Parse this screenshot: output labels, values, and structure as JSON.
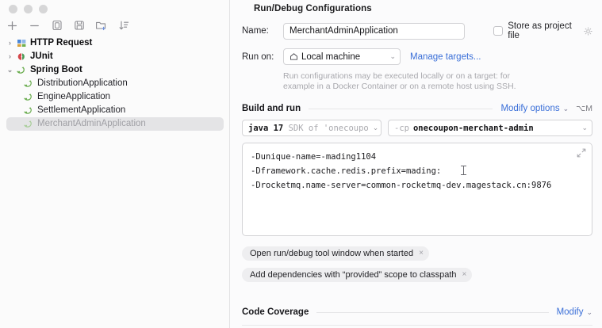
{
  "window": {
    "traffic_lights": [
      "close",
      "minimize",
      "maximize"
    ]
  },
  "toolbar": {
    "buttons": [
      {
        "name": "add-configuration-button",
        "icon": "plus-icon",
        "glyph": "+"
      },
      {
        "name": "remove-configuration-button",
        "icon": "minus-icon",
        "glyph": "−"
      },
      {
        "name": "copy-configuration-button",
        "icon": "copy-icon",
        "glyph": "copy"
      },
      {
        "name": "save-configuration-button",
        "icon": "save-icon",
        "glyph": "save"
      },
      {
        "name": "new-folder-button",
        "icon": "new-folder-icon",
        "glyph": "folder-plus"
      },
      {
        "name": "sort-configurations-button",
        "icon": "sort-icon",
        "glyph": "sort"
      }
    ]
  },
  "tree": {
    "groups": [
      {
        "label": "HTTP Request",
        "icon": "http-request-icon",
        "expanded": false,
        "twisty": "›"
      },
      {
        "label": "JUnit",
        "icon": "junit-icon",
        "expanded": false,
        "twisty": "›"
      },
      {
        "label": "Spring Boot",
        "icon": "spring-boot-icon",
        "expanded": true,
        "twisty": "⌄"
      }
    ],
    "children": [
      {
        "label": "DistributionApplication",
        "icon": "spring-boot-icon",
        "selected": false
      },
      {
        "label": "EngineApplication",
        "icon": "spring-boot-icon",
        "selected": false
      },
      {
        "label": "SettlementApplication",
        "icon": "spring-boot-icon",
        "selected": false
      },
      {
        "label": "MerchantAdminApplication",
        "icon": "spring-boot-icon",
        "selected": true
      }
    ]
  },
  "dialog": {
    "title": "Run/Debug Configurations"
  },
  "name_field": {
    "label": "Name:",
    "value": "MerchantAdminApplication",
    "placeholder": ""
  },
  "store_as_project_file": {
    "label": "Store as project file",
    "checked": false,
    "gear_icon": "gear-icon"
  },
  "run_on": {
    "label": "Run on:",
    "value": "Local machine",
    "icon": "home-icon",
    "chevron": "⌄",
    "manage_targets_link": "Manage targets...",
    "hint": "Run configurations may be executed locally or on a target: for example in a Docker Container or on a remote host using SSH."
  },
  "build_and_run": {
    "title": "Build and run",
    "modify_options_link": "Modify options",
    "modify_chevron": "⌄",
    "shortcut": "⌥M",
    "jdk_select": {
      "prefix": "java 17",
      "suffix": " SDK of 'onecoupo",
      "chevron": "⌄"
    },
    "classpath_select": {
      "prefix": "-cp",
      "value": "onecoupon-merchant-admin",
      "chevron": "⌄"
    },
    "vm_options": {
      "lines": [
        "-Dunique-name=-mading1104",
        "-Dframework.cache.redis.prefix=mading:",
        "-Drocketmq.name-server=common-rocketmq-dev.magestack.cn:9876"
      ],
      "expand_icon": "expand-icon"
    },
    "option_chips": [
      {
        "label": "Open run/debug tool window when started",
        "remove": "×"
      },
      {
        "label": "Add dependencies with “provided” scope to classpath",
        "remove": "×"
      }
    ]
  },
  "code_coverage": {
    "title": "Code Coverage",
    "modify_link": "Modify",
    "chevron": "⌄"
  },
  "colors": {
    "accent_link": "#3a6fd8",
    "selection": "#e4e4e6",
    "panel_bg": "#fbfbfc",
    "border": "#d3d3d6",
    "spring_green": "#6cae50"
  }
}
